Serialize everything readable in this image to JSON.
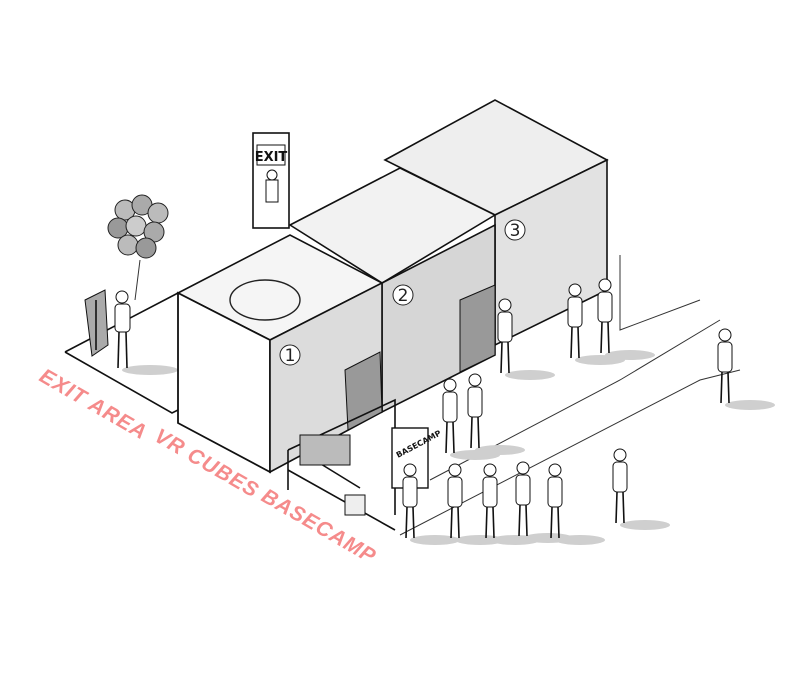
{
  "labels": {
    "exit_area": "EXIT AREA",
    "vr_cubes": "VR CUBES",
    "basecamp": "BASECAMP"
  },
  "signs": {
    "exit": "EXIT",
    "basecamp": "BASECAMP"
  },
  "cubes": [
    {
      "number": "1"
    },
    {
      "number": "2"
    },
    {
      "number": "3"
    }
  ],
  "colors": {
    "label": "#f58b8b",
    "line": "#111111",
    "mural": "#d9d9d9",
    "shadow": "#cfcfcf"
  }
}
